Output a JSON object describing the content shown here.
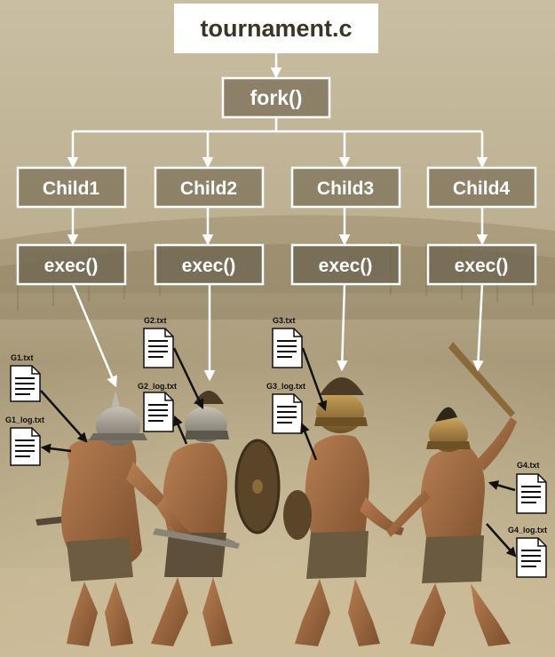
{
  "root": {
    "label": "tournament.c"
  },
  "fork": {
    "label": "fork()"
  },
  "children": [
    {
      "label": "Child1"
    },
    {
      "label": "Child2"
    },
    {
      "label": "Child3"
    },
    {
      "label": "Child4"
    }
  ],
  "exec": [
    {
      "label": "exec()"
    },
    {
      "label": "exec()"
    },
    {
      "label": "exec()"
    },
    {
      "label": "exec()"
    }
  ],
  "files": [
    {
      "label": "G1.txt"
    },
    {
      "label": "G1_log.txt"
    },
    {
      "label": "G2.txt"
    },
    {
      "label": "G2_log.txt"
    },
    {
      "label": "G3.txt"
    },
    {
      "label": "G3_log.txt"
    },
    {
      "label": "G4.txt"
    },
    {
      "label": "G4_log.txt"
    }
  ],
  "colors": {
    "root_fill": "#ffffff",
    "root_text": "#3a3528",
    "box_fill": "#7a6f57",
    "box_border": "#ffffff",
    "connector": "#ffffff",
    "file_arrow": "#111111"
  }
}
